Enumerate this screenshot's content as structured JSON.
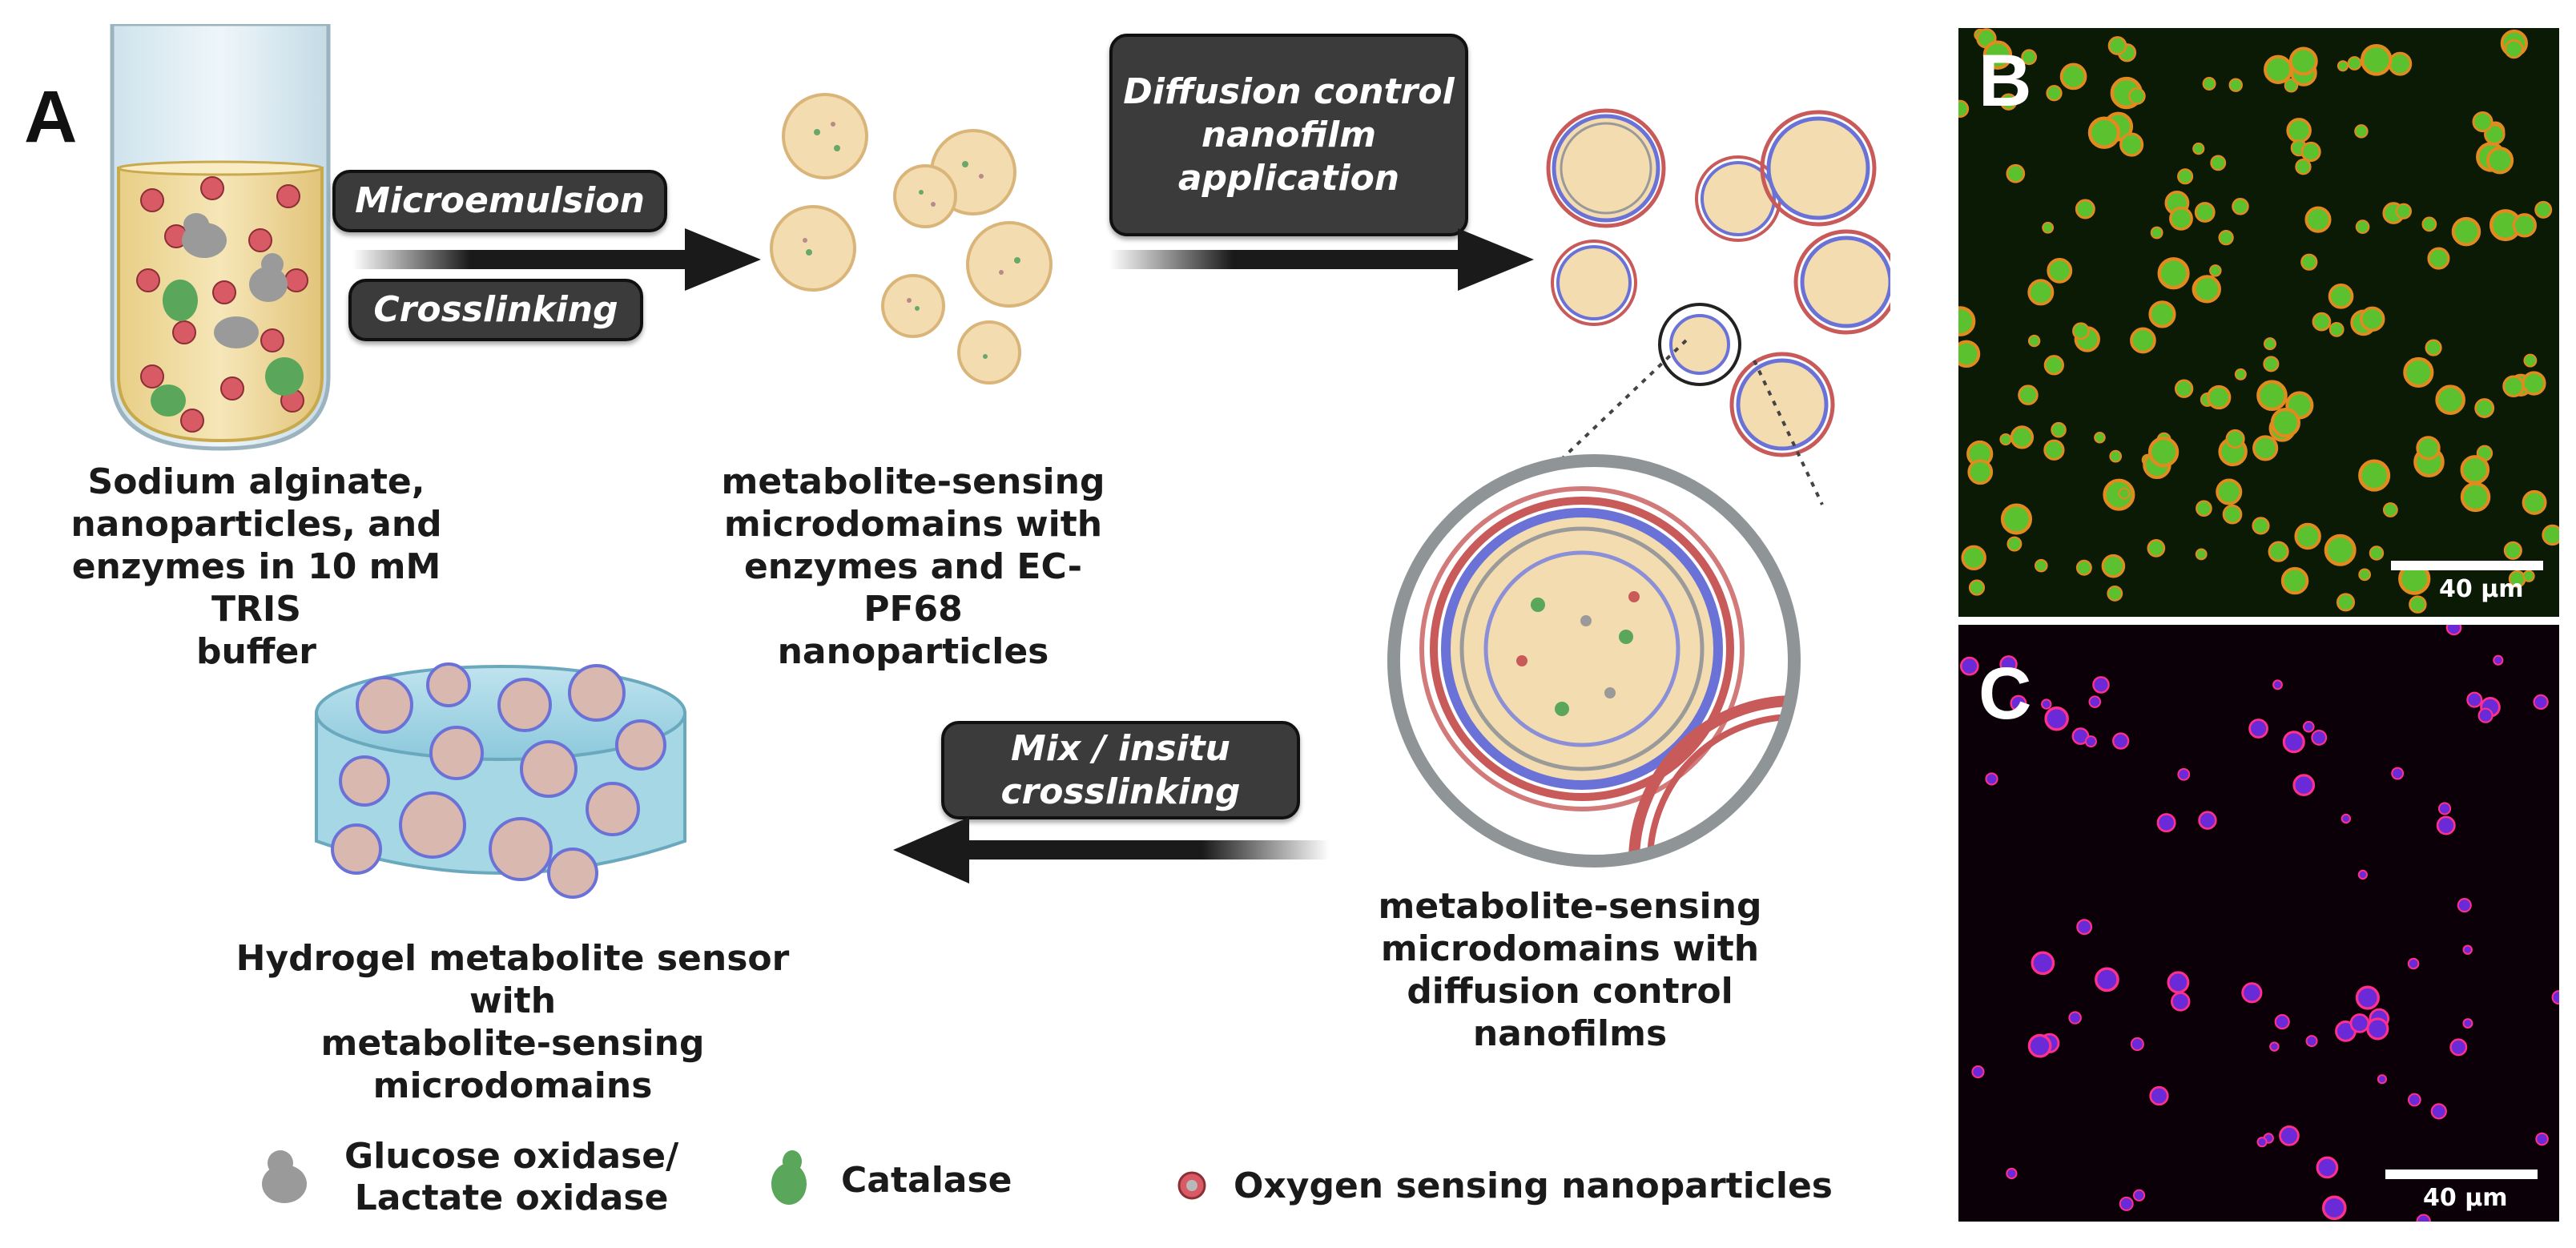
{
  "panels": {
    "a": "A",
    "b": "B",
    "c": "C"
  },
  "labels": {
    "tube_caption": "Sodium alginate,\nnanoparticles, and\nenzymes in 10 mM TRIS\nbuffer",
    "microdomains_caption": "metabolite-sensing\nmicrodomains with\nenzymes and EC-PF68\nnanoparticles",
    "coated_caption": "metabolite-sensing\nmicrodomains with\ndiffusion control nanofilms",
    "hydrogel_caption": "Hydrogel metabolite sensor with\nmetabolite-sensing\nmicrodomains"
  },
  "steps": {
    "microemulsion": "Microemulsion",
    "crosslinking": "Crosslinking",
    "nanofilm": "Diffusion control\nnanofilm\napplication",
    "mix": "Mix / insitu\ncrosslinking"
  },
  "legend": {
    "enzyme": "Glucose oxidase/\nLactate oxidase",
    "catalase": "Catalase",
    "nanoparticles": "Oxygen sensing nanoparticles"
  },
  "scalebars": {
    "b": "40 μm",
    "c": "40 μm"
  },
  "colors": {
    "dark_pill": "#3b3b3b",
    "alginate": "#f3dcb0",
    "nanofilm_red": "#c85a5a",
    "nanofilm_blue": "#6a72d8",
    "micro_b_bg": "#0a1a05",
    "micro_c_bg": "#0c0008"
  }
}
